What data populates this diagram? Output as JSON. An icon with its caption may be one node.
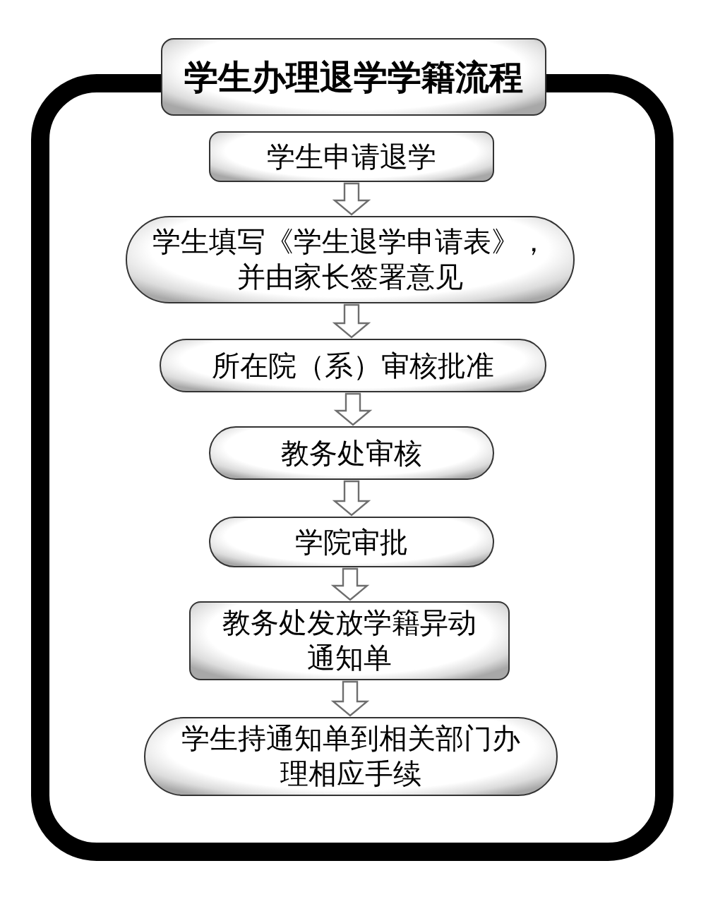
{
  "diagram": {
    "nodes": [
      {
        "text": [
          "学生办理退学学籍流程"
        ]
      },
      {
        "text": [
          "学生申请退学"
        ]
      },
      {
        "text": [
          "学生填写《学生退学申请表》，并由家长签署意见"
        ]
      },
      {
        "text": [
          "所在院（系）审核批准"
        ]
      },
      {
        "text": [
          "教务处审核"
        ]
      },
      {
        "text": [
          "学院审批"
        ]
      },
      {
        "text": [
          "教务处发放学籍异动通知单"
        ]
      },
      {
        "text": [
          "学生持通知单到相关部门办理相应手续"
        ]
      }
    ],
    "edges": [
      {
        "from": 1,
        "to": 2,
        "arrow": "to"
      },
      {
        "from": 2,
        "to": 3,
        "arrow": "to"
      },
      {
        "from": 3,
        "to": 4,
        "arrow": "to"
      },
      {
        "from": 4,
        "to": 5,
        "arrow": "to"
      },
      {
        "from": 5,
        "to": 6,
        "arrow": "to"
      },
      {
        "from": 6,
        "to": 7,
        "arrow": "to"
      }
    ]
  }
}
